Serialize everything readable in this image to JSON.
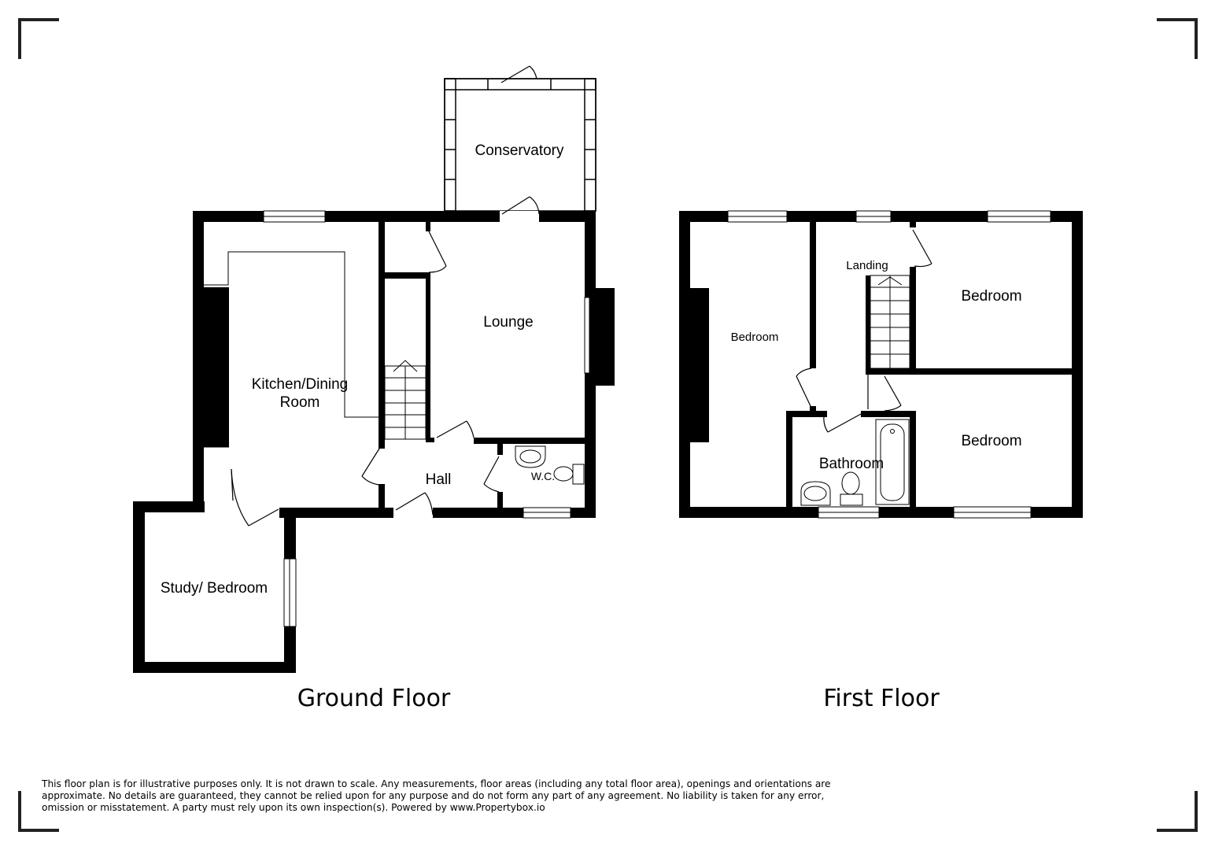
{
  "floors": [
    {
      "title": "Ground Floor",
      "rooms": [
        "Conservatory",
        "Lounge",
        "Kitchen/Dining",
        "Room",
        "Hall",
        "W.C.",
        "Study/ Bedroom"
      ]
    },
    {
      "title": "First Floor",
      "rooms": [
        "Landing",
        "Bedroom",
        "Bedroom",
        "Bedroom",
        "Bathroom"
      ]
    }
  ],
  "disclaimer": [
    "This floor plan is for illustrative purposes only. It is not drawn to scale. Any measurements, floor areas (including any total floor area), openings and orientations are",
    "approximate. No details are guaranteed, they cannot be relied upon for any purpose and do not form any part of any agreement. No liability is taken for any error,",
    "omission or misstatement. A party must rely upon its own inspection(s). Powered by www.Propertybox.io"
  ]
}
